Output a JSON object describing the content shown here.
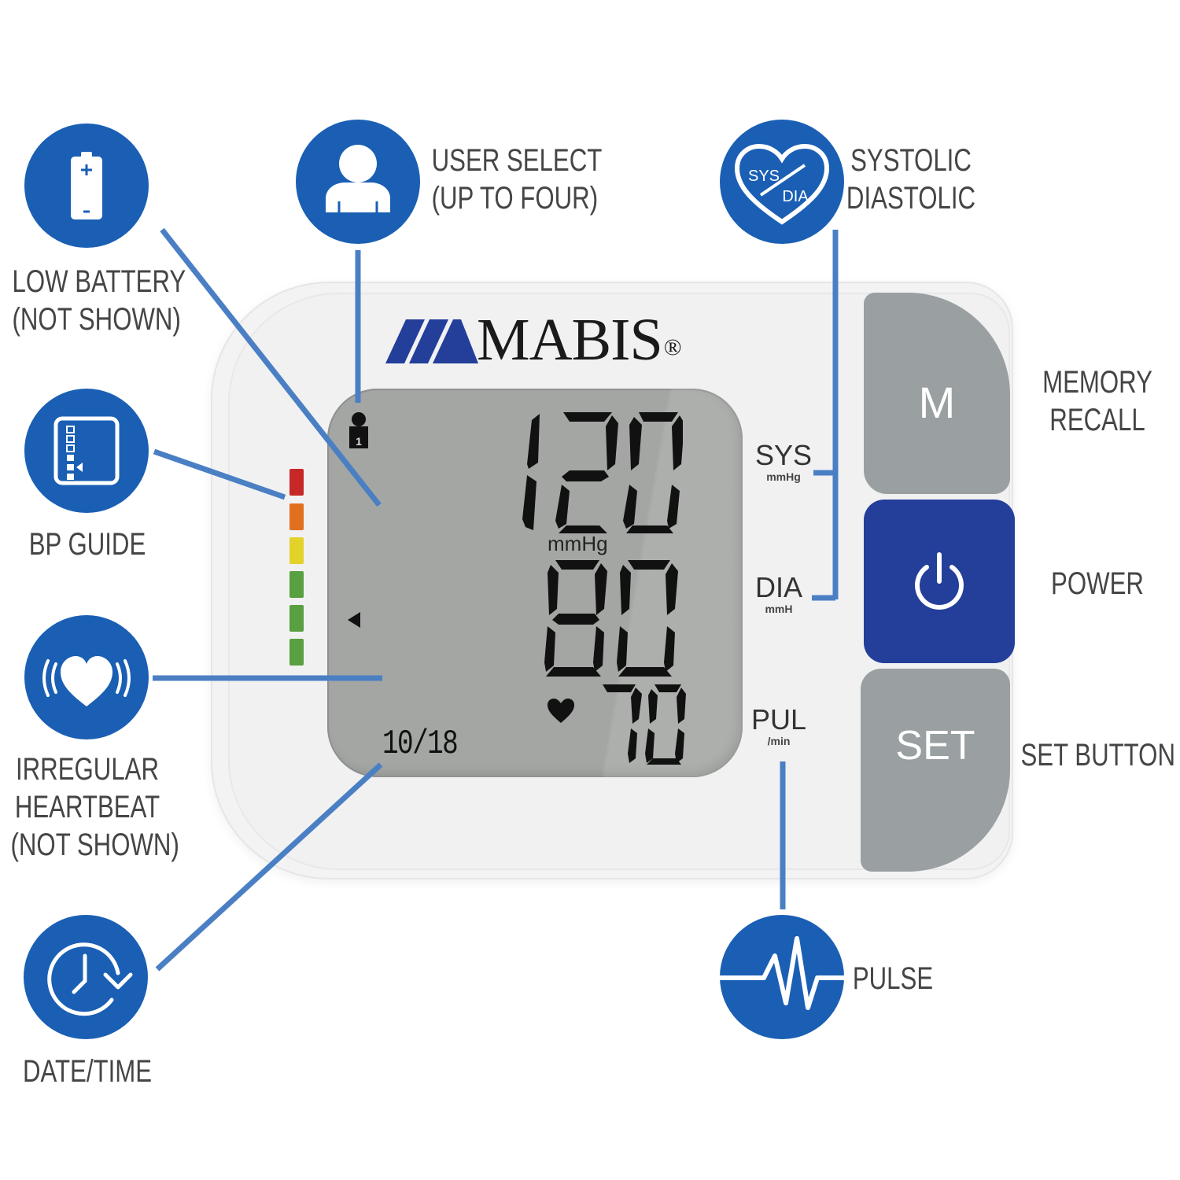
{
  "brand": {
    "name": "MABIS",
    "registered_mark": "®",
    "accent_color": "#233f9a"
  },
  "callouts": {
    "low_battery": {
      "icon": "battery-icon",
      "lines": [
        "LOW BATTERY",
        "(NOT SHOWN)"
      ]
    },
    "user_select": {
      "icon": "user-icon",
      "lines": [
        "USER SELECT",
        "(UP TO FOUR)"
      ]
    },
    "sys_dia": {
      "icon": "sys-dia-heart-icon",
      "lines": [
        "SYSTOLIC",
        "DIASTOLIC"
      ],
      "icon_text_top": "SYS",
      "icon_text_bottom": "DIA"
    },
    "bp_guide": {
      "icon": "bp-guide-icon",
      "lines": [
        "BP GUIDE"
      ]
    },
    "irregular_heartbeat": {
      "icon": "irregular-heartbeat-icon",
      "lines": [
        "IRREGULAR",
        "HEARTBEAT",
        "(NOT SHOWN)"
      ]
    },
    "date_time": {
      "icon": "clock-icon",
      "lines": [
        "DATE/TIME"
      ]
    },
    "memory_recall": {
      "lines": [
        "MEMORY",
        "RECALL"
      ]
    },
    "power": {
      "lines": [
        "POWER"
      ]
    },
    "set_button": {
      "lines": [
        "SET BUTTON"
      ]
    },
    "pulse": {
      "icon": "pulse-wave-icon",
      "lines": [
        "PULSE"
      ]
    }
  },
  "display": {
    "user_number": "1",
    "systolic": "120",
    "diastolic": "80",
    "pulse": "70",
    "unit": "mmHg",
    "date": "10/18"
  },
  "device_labels": {
    "sys": {
      "big": "SYS",
      "small": "mmHg"
    },
    "dia": {
      "big": "DIA",
      "small": "mmH"
    },
    "pul": {
      "big": "PUL",
      "small": "/min"
    }
  },
  "buttons": {
    "memory": "M",
    "power_icon": "power-icon",
    "set": "SET"
  },
  "bp_guide_colors": [
    "#c62828",
    "#e07020",
    "#e2d22a",
    "#58a040",
    "#58a040",
    "#58a040"
  ],
  "colors": {
    "icon_circle": "#1a5fb4",
    "leader_line": "#4a7fc4",
    "lcd": "#a3a6a3",
    "button_gray": "#9aa0a2",
    "label_text": "#454545"
  }
}
